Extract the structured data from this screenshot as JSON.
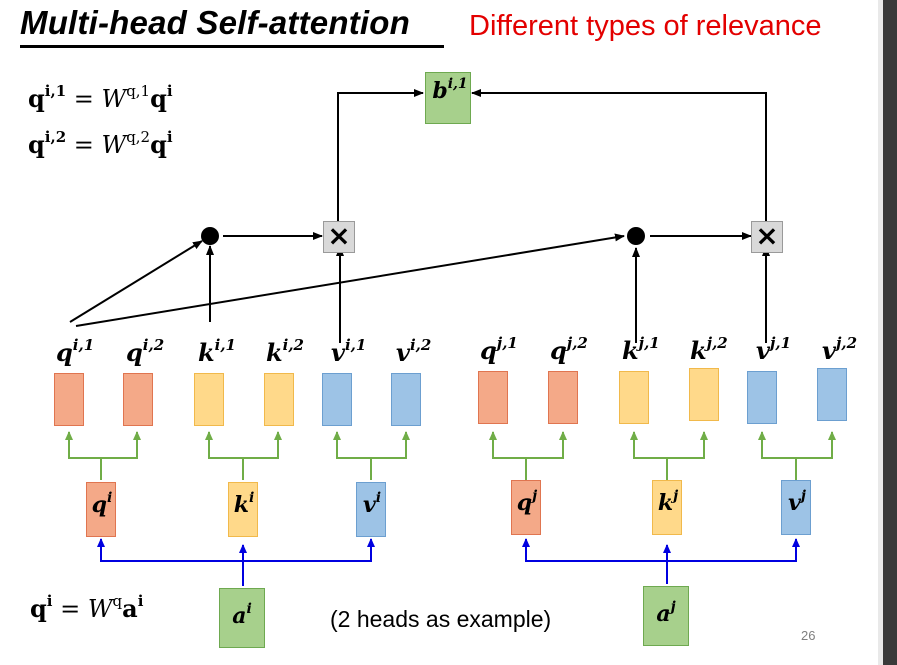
{
  "title": "Multi-head Self-attention",
  "subtitle": "Different types of relevance",
  "equations": {
    "eq1": {
      "lhs": "q",
      "lhs_sup": "i,1",
      "eq": " = ",
      "w": "W",
      "w_sup": "q,1",
      "rhs": "q",
      "rhs_sup": "i"
    },
    "eq2": {
      "lhs": "q",
      "lhs_sup": "i,2",
      "eq": " = ",
      "w": "W",
      "w_sup": "q,2",
      "rhs": "q",
      "rhs_sup": "i"
    },
    "eq3": {
      "lhs": "q",
      "lhs_sup": "i",
      "eq": " = ",
      "w": "W",
      "w_sup": "q",
      "rhs": "a",
      "rhs_sup": "i"
    }
  },
  "output": {
    "base": "b",
    "sup": "i,1"
  },
  "head_labels": [
    {
      "base": "q",
      "sup": "i,1"
    },
    {
      "base": "q",
      "sup": "i,2"
    },
    {
      "base": "k",
      "sup": "i,1"
    },
    {
      "base": "k",
      "sup": "i,2"
    },
    {
      "base": "v",
      "sup": "i,1"
    },
    {
      "base": "v",
      "sup": "i,2"
    },
    {
      "base": "q",
      "sup": "j,1"
    },
    {
      "base": "q",
      "sup": "j,2"
    },
    {
      "base": "k",
      "sup": "j,1"
    },
    {
      "base": "k",
      "sup": "j,2"
    },
    {
      "base": "v",
      "sup": "j,1"
    },
    {
      "base": "v",
      "sup": "j,2"
    }
  ],
  "vector_labels": [
    {
      "base": "q",
      "sup": "i"
    },
    {
      "base": "k",
      "sup": "i"
    },
    {
      "base": "v",
      "sup": "i"
    },
    {
      "base": "q",
      "sup": "j"
    },
    {
      "base": "k",
      "sup": "j"
    },
    {
      "base": "v",
      "sup": "j"
    }
  ],
  "inputs": [
    {
      "base": "a",
      "sup": "i"
    },
    {
      "base": "a",
      "sup": "j"
    }
  ],
  "multiply_symbol": "×",
  "note": "(2 heads as example)",
  "page_number": "26",
  "colors": {
    "title_red": "#e30000",
    "q_fill": "#f4a988",
    "k_fill": "#ffd98a",
    "v_fill": "#9dc3e6",
    "a_fill": "#a7d08c",
    "green_line": "#70ad47",
    "blue_line": "#0000e0"
  }
}
